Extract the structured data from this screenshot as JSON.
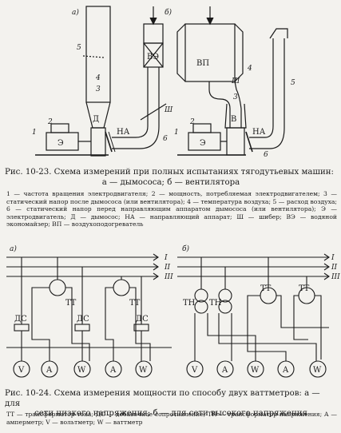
{
  "figure1": {
    "panel_a": "а)",
    "panel_b": "б)",
    "labels": {
      "n1": "1",
      "n2": "2",
      "n3": "3",
      "n4": "4",
      "n5": "5",
      "n6": "6",
      "e": "Э",
      "d": "Д",
      "na": "НА",
      "v": "В",
      "ve": "ВЭ",
      "vp": "ВП",
      "sh": "Ш"
    },
    "caption_lines": [
      "Рис. 10-23. Схема измерений при полных испытаниях тягодутьевых машин:",
      "а — дымососа; б — вентилятора"
    ],
    "legend": "1 — частота вращения электродвигателя; 2 — мощность, потребляемая электродвигателем; 3 — статический напор после дымососа (или вентилятора); 4 — температура воздуха; 5 — расход воздуха; 6 — статический напор перед направляющим аппаратом дымососа (или вентилятора); Э — электродвигатель; Д — дымосос; НА — направляющий аппарат; Ш — шибер; ВЭ — водяной экономайзер; ВП — воздухоподогреватель"
  },
  "figure2": {
    "panel_a": "а)",
    "panel_b": "б)",
    "phases": [
      "I",
      "II",
      "III"
    ],
    "labels": {
      "tt": "ТТ",
      "th": "ТН",
      "ds": "ДС",
      "v": "V",
      "a": "A",
      "w": "W"
    },
    "caption_lines": [
      "Рис. 10-24. Схема измерения мощности по способу двух ваттметров: а — для",
      "сети низкого напряжения; б — для сети высокого напряжения"
    ],
    "legend": "ТТ — трансформатор тока; ДС — добавочное сопротивление; ТН — трансформатор напряжения; А — амперметр; V — вольтметр; W — ваттметр"
  }
}
